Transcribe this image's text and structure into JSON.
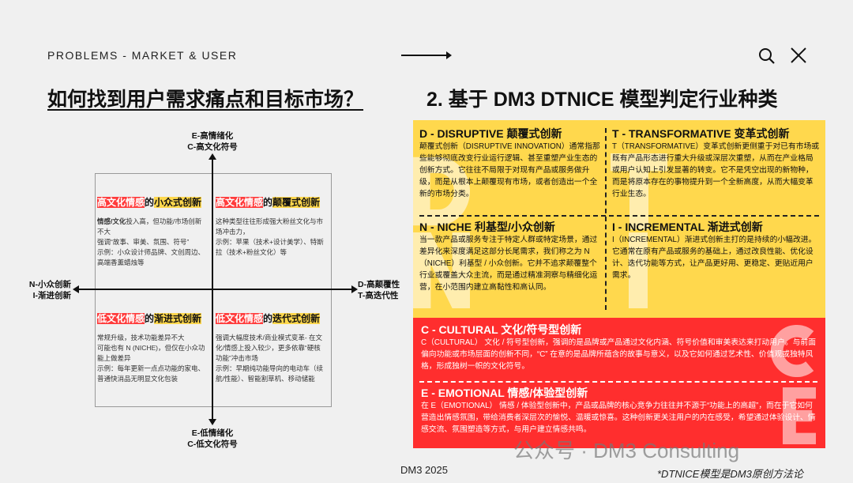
{
  "header": {
    "section": "PROBLEMS - MARKET & USER"
  },
  "icons": {
    "search": "search-icon",
    "close": "close-icon"
  },
  "left": {
    "title": "如何找到用户需求痛点和目标市场？",
    "axes": {
      "top": [
        "E-高情绪化",
        "C-高文化符号"
      ],
      "bottom": [
        "E-低情绪化",
        "C-低文化符号"
      ],
      "left": [
        "N-小众创新",
        "I-渐进创新"
      ],
      "right": [
        "D-高颠覆性",
        "T-高迭代性"
      ]
    },
    "quadrants": [
      {
        "red": "高文化情感",
        "mid": "的",
        "yellow": "小众式创新",
        "bold": "情感/文化",
        "body": "投入高，但功能/市场创新不大",
        "lines": [
          "强调“故事、审美、氛围、符号”",
          "示例：小众设计师品牌、文创周边、高端香薰蜡烛等"
        ]
      },
      {
        "red": "高文化情感",
        "mid": "的",
        "yellow": "颠覆式创新",
        "body": "这种类型往往形成强大粉丝文化与市场冲击力，",
        "lines": [
          "示例：苹果（技术+设计美学）、特斯拉（技术+粉丝文化）等"
        ]
      },
      {
        "red": "低文化情感",
        "mid": "的",
        "yellow": "渐进式创新",
        "body": "常规升级，技术功能差异不大",
        "lines": [
          "可能也有 N (NICHE)，但仅在小众功能上做差异",
          "示例：每年更新一点点功能的家电、普通快消品无明显文化包装"
        ]
      },
      {
        "red": "低文化情感",
        "mid": "的",
        "yellow": "迭代式创新",
        "body": "强调大幅度技术/商业模式变革- 在文化/情感上投入较少，更多依靠“硬核功能”冲击市场",
        "lines": [
          "示例：早期纯功能导向的电动车（续航/性能）、智能割草机、移动储能"
        ]
      }
    ]
  },
  "right": {
    "title": "2. 基于 DM3 DTNICE 模型判定行业种类",
    "colors": {
      "yellow": "#ffd84d",
      "red": "#ff2e2e"
    },
    "cards": [
      {
        "letter": "D",
        "title": "D - DISRUPTIVE 颠覆式创新",
        "body": "颠覆式创新（DISRUPTIVE INNOVATION）通常指那些能够彻底改变行业运行逻辑、甚至重塑产业生态的创新方式。它往往不局限于对现有产品或服务做升级，而是从根本上颠覆现有市场，或者创造出一个全新的市场分类。"
      },
      {
        "letter": "T",
        "title": "T - TRANSFORMATIVE 变革式创新",
        "body": "T（TRANSFORMATIVE）变革式创新更侧重于对已有市场或既有产品形态进行重大升级或深层次重塑，从而在产业格局或用户认知上引发显著的转变。它不是凭空出现的新物种，而是将原本存在的事物提升到一个全新高度，从而大幅变革行业生态。"
      },
      {
        "letter": "N",
        "title": "N - NICHE 利基型/小众创新",
        "body": "当一款产品或服务专注于特定人群或特定场景，通过差异化来深度满足这部分长尾需求，我们称之为 N（NICHE）利基型 / 小众创新。它并不追求颠覆整个行业或覆盖大众主流，而是通过精准洞察与精细化运营，在小范围内建立高黏性和高认同。"
      },
      {
        "letter": "I",
        "title": "I - INCREMENTAL 渐进式创新",
        "body": "I（INCREMENTAL）渐进式创新主打的是持续的小幅改进。它通常在原有产品或服务的基础上，通过改良性能、优化设计、迭代功能等方式，让产品更好用、更稳定、更贴近用户需求。"
      },
      {
        "letter": "C",
        "title": "C - CULTURAL 文化/符号型创新",
        "body": "C（CULTURAL） 文化 / 符号型创新，强调的是品牌或产品通过文化内涵、符号价值和审美表达来打动用户。与前面偏向功能或市场层面的创新不同，“C” 在意的是品牌所蕴含的故事与意义，以及它如何通过艺术性、价值观或独特风格，形成独树一帜的文化符号。"
      },
      {
        "letter": "E",
        "title": "E - EMOTIONAL 情感/体验型创新",
        "body": "在 E（EMOTIONAL） 情感 / 体验型创新中，产品或品牌的核心竞争力往往并不源于“功能上的高超”，而在于它如何营造出情感氛围，带给消费者深层次的愉悦、温暖或惊喜。这种创新更关注用户的内在感受，希望通过体验设计、情感交流、氛围塑造等方式，与用户建立情感共鸣。"
      }
    ]
  },
  "watermark": "公众号 · DM3 Consulting",
  "footer": {
    "left": "DM3 2025",
    "right": "*DTNICE模型是DM3原创方法论"
  }
}
